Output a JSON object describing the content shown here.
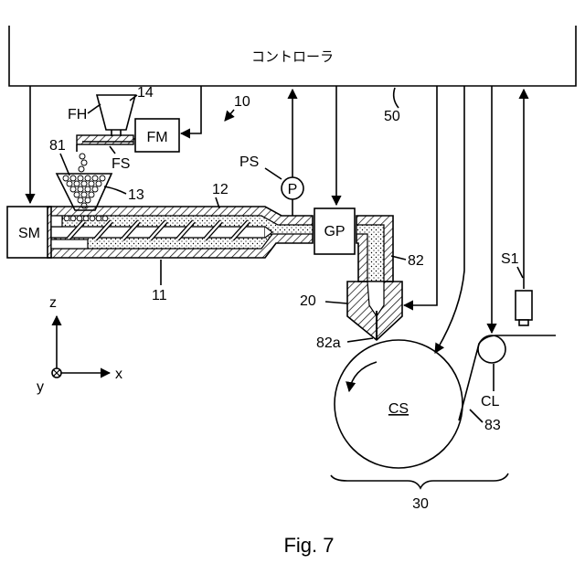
{
  "figure": {
    "caption": "Fig. 7",
    "controller_label": "コントローラ",
    "labels": {
      "sm": "SM",
      "fh": "FH",
      "n14": "14",
      "fm": "FM",
      "fs": "FS",
      "n81": "81",
      "n13": "13",
      "n10": "10",
      "n12": "12",
      "ps": "PS",
      "p": "P",
      "gp": "GP",
      "n11": "11",
      "n82": "82",
      "n20": "20",
      "n82a": "82a",
      "n50": "50",
      "s1": "S1",
      "cs": "CS",
      "cl": "CL",
      "n83": "83",
      "n30": "30",
      "axis_z": "z",
      "axis_x": "x",
      "axis_y": "y"
    }
  }
}
